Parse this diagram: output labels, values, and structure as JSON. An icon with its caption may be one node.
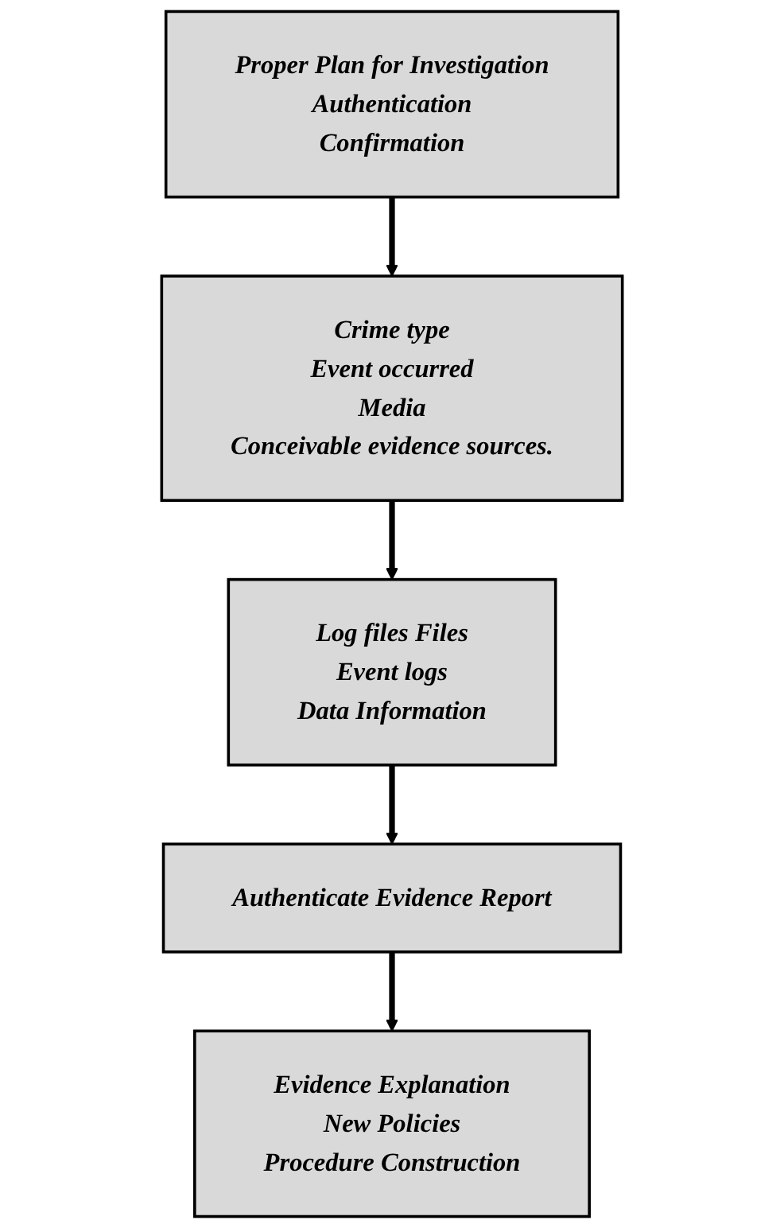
{
  "diagram": {
    "nodes": [
      {
        "text": [
          "Proper Plan for Investigation",
          "Authentication",
          "Confirmation"
        ]
      },
      {
        "text": [
          "Crime type",
          "Event occurred",
          "Media",
          "Conceivable evidence sources."
        ]
      },
      {
        "text": [
          "Log files Files",
          "Event logs",
          "Data Information"
        ]
      },
      {
        "text": [
          "Authenticate Evidence Report"
        ]
      },
      {
        "text": [
          "Evidence Explanation",
          "New Policies",
          "Procedure Construction"
        ]
      }
    ],
    "edges": [
      {
        "from": 0,
        "to": 1,
        "arrow": "to"
      },
      {
        "from": 1,
        "to": 2,
        "arrow": "to"
      },
      {
        "from": 2,
        "to": 3,
        "arrow": "to"
      },
      {
        "from": 3,
        "to": 4,
        "arrow": "to"
      }
    ]
  }
}
